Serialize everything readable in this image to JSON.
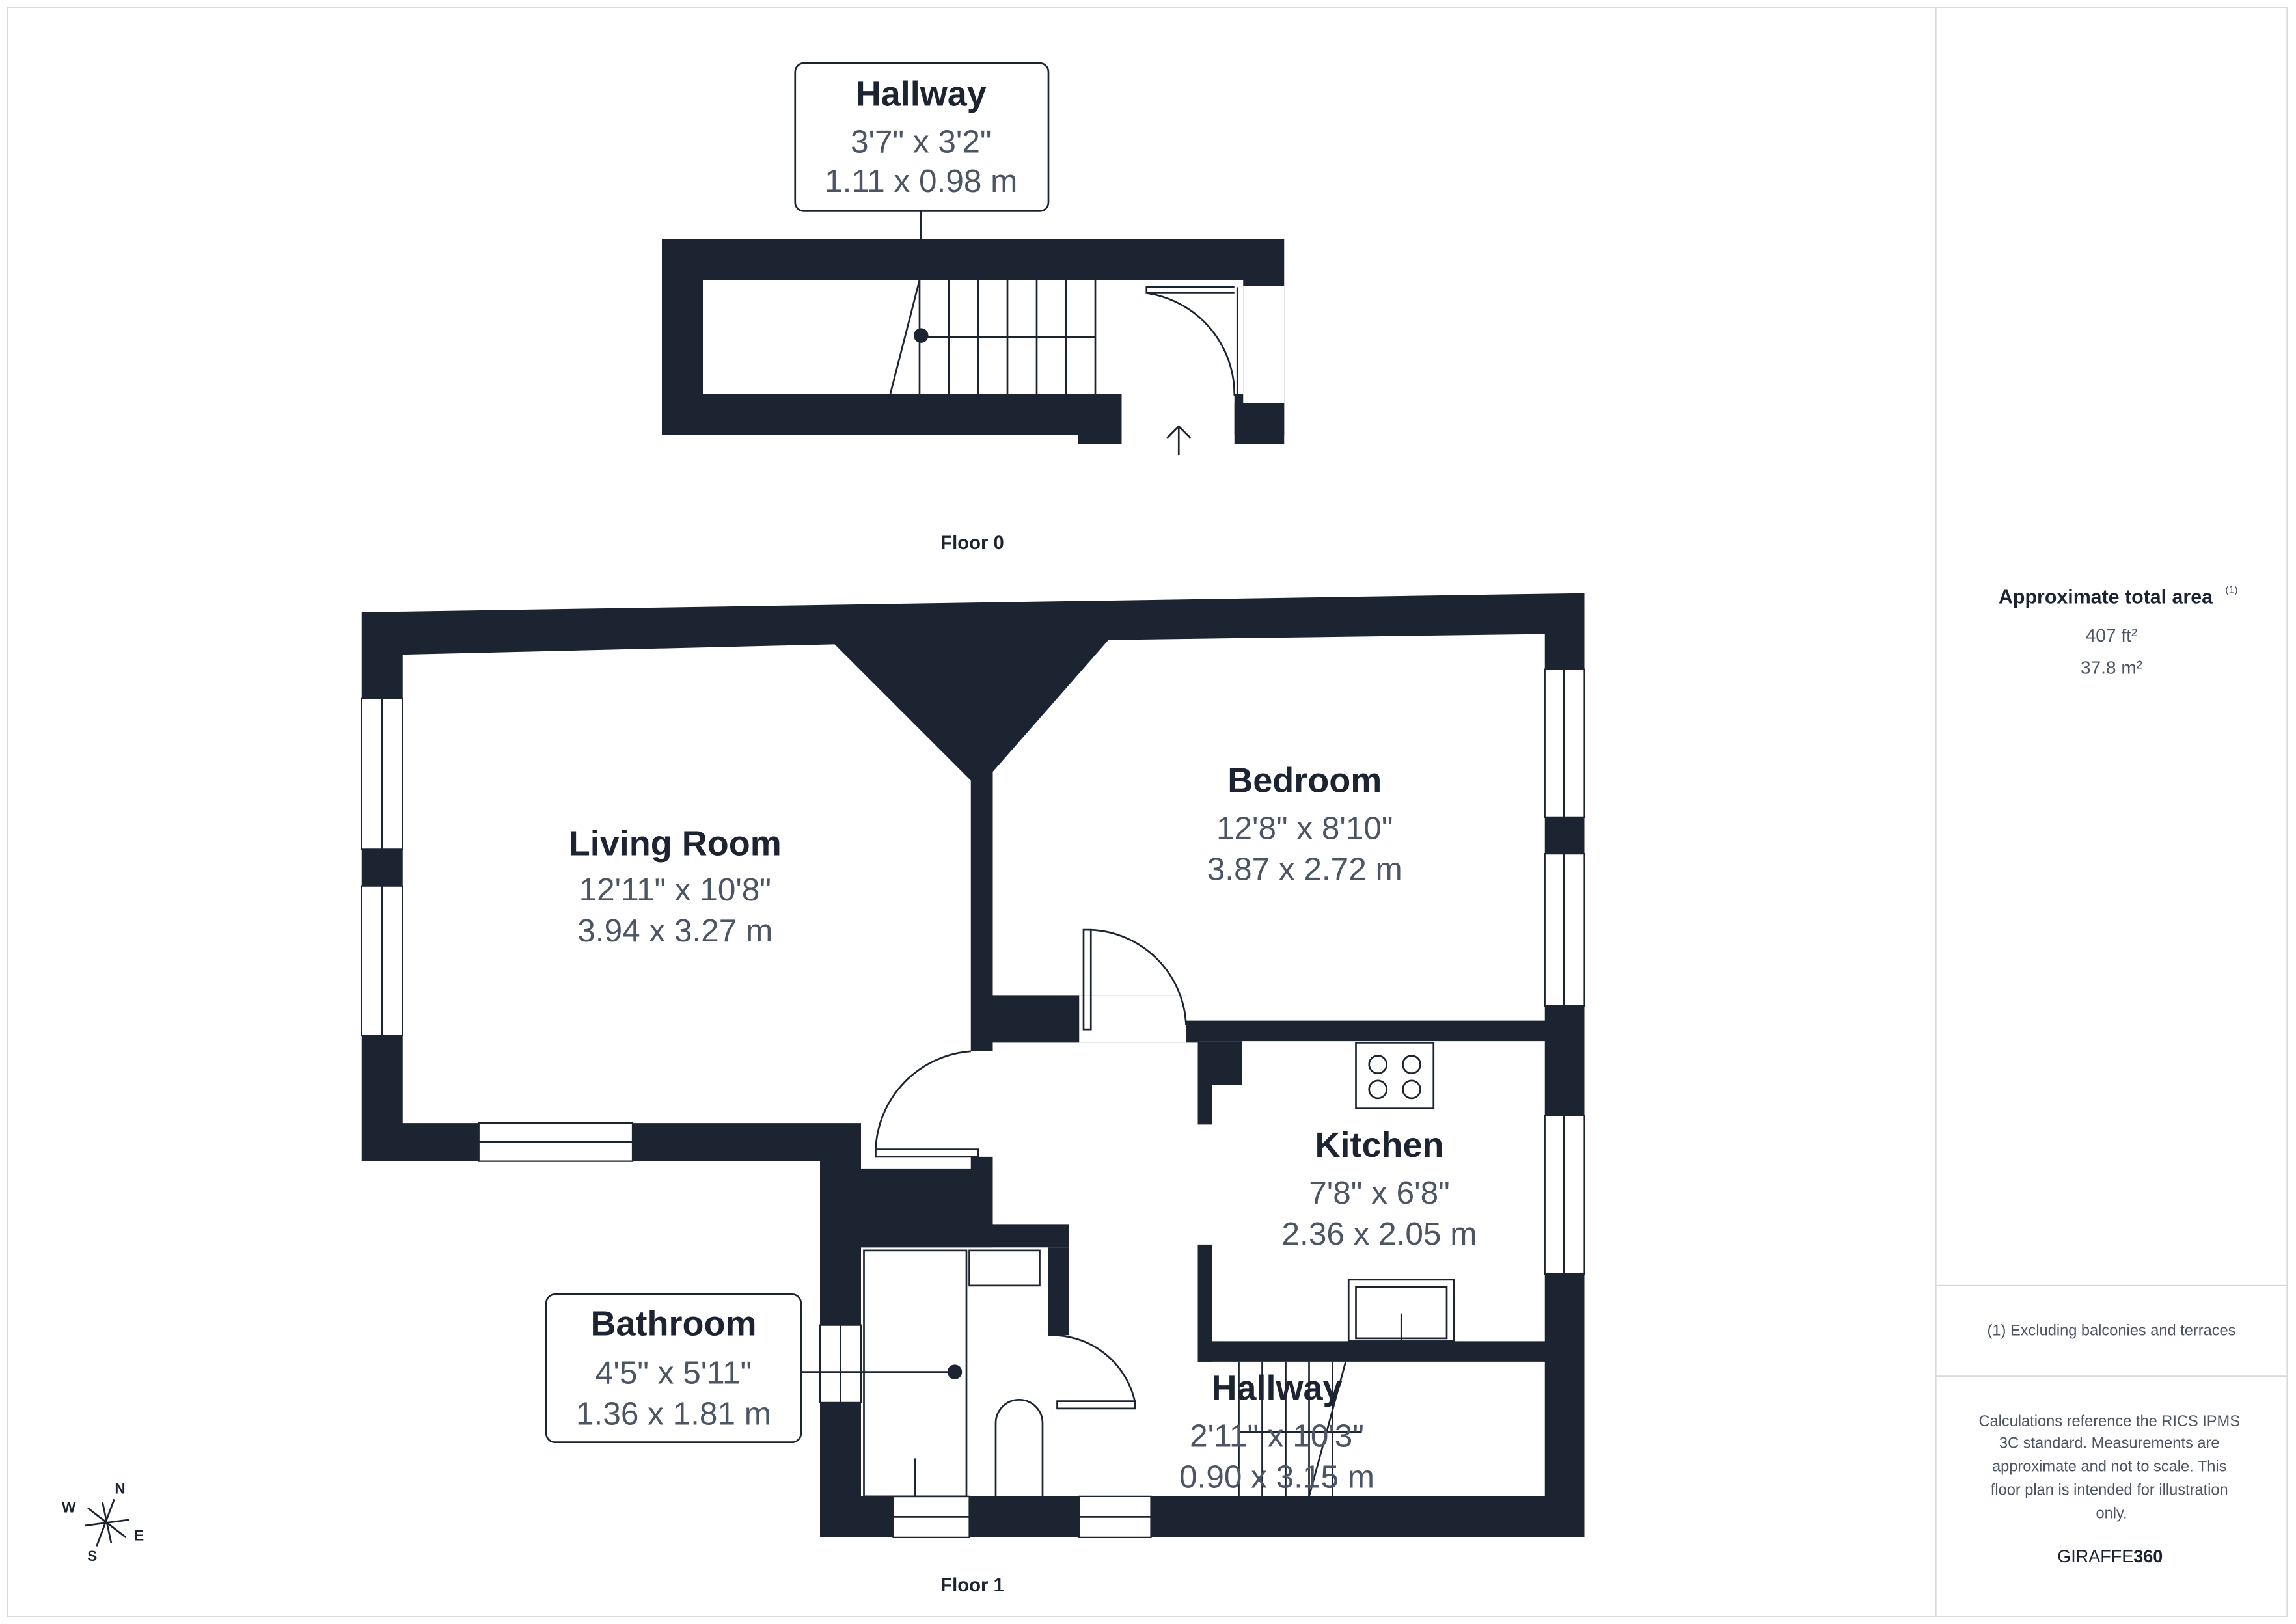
{
  "colors": {
    "wall": "#1c2431",
    "text": "#4b5563",
    "border": "#d9d9d9"
  },
  "floors": [
    {
      "label": "Floor 0",
      "rooms": [
        {
          "name": "Hallway",
          "imperial": "3'7\" x 3'2\"",
          "metric": "1.11 x 0.98 m"
        }
      ]
    },
    {
      "label": "Floor 1",
      "rooms": [
        {
          "name": "Living Room",
          "imperial": "12'11\" x 10'8\"",
          "metric": "3.94 x 3.27 m"
        },
        {
          "name": "Bedroom",
          "imperial": "12'8\" x 8'10\"",
          "metric": "3.87 x 2.72 m"
        },
        {
          "name": "Kitchen",
          "imperial": "7'8\" x 6'8\"",
          "metric": "2.36 x 2.05 m"
        },
        {
          "name": "Bathroom",
          "imperial": "4'5\" x 5'11\"",
          "metric": "1.36 x 1.81 m"
        },
        {
          "name": "Hallway",
          "imperial": "2'11\" x 10'3\"",
          "metric": "0.90 x 3.15 m"
        }
      ]
    }
  ],
  "compass": {
    "n": "N",
    "e": "E",
    "s": "S",
    "w": "W"
  },
  "panel": {
    "area_title": "Approximate total area",
    "area_footnote_mark": "(1)",
    "area_ft": "407 ft²",
    "area_m": "37.8 m²",
    "footnote": "(1) Excluding balconies and terraces",
    "disclaimer_lines": [
      "Calculations reference the RICS IPMS",
      "3C standard. Measurements are",
      "approximate and not to scale. This",
      "floor plan is intended for illustration",
      "only."
    ],
    "brand_light": "GIRAFFE",
    "brand_bold": "360"
  }
}
